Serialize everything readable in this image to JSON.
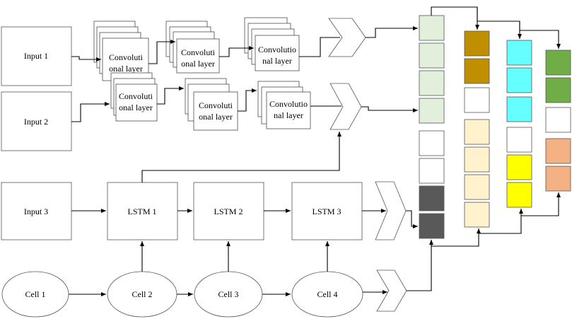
{
  "inputs": {
    "input1": "Input 1",
    "input2": "Input 2",
    "input3": "Input 3"
  },
  "conv_row1": {
    "layer1": [
      "Convoluti",
      "onal layer"
    ],
    "layer2": [
      "Convoluti",
      "onal layer"
    ],
    "layer3": [
      "Convolutio",
      "nal layer"
    ]
  },
  "conv_row2": {
    "layer1": [
      "Convoluti",
      "onal layer"
    ],
    "layer2": [
      "Convoluti",
      "onal layer"
    ],
    "layer3": [
      "Convolutio",
      "nal layer"
    ]
  },
  "lstm": {
    "lstm1": "LSTM 1",
    "lstm2": "LSTM 2",
    "lstm3": "LSTM 3"
  },
  "cells": {
    "cell1": "Cell 1",
    "cell2": "Cell 2",
    "cell3": "Cell 3",
    "cell4": "Cell 4"
  },
  "colors": {
    "green_light": "#e2efda",
    "white": "#ffffff",
    "dark_gray": "#595959",
    "brown": "#bf8f00",
    "peach": "#fff2cc",
    "cyan": "#66ffff",
    "yellow": "#ffff00",
    "green": "#70ad47",
    "salmon": "#f4b183"
  }
}
